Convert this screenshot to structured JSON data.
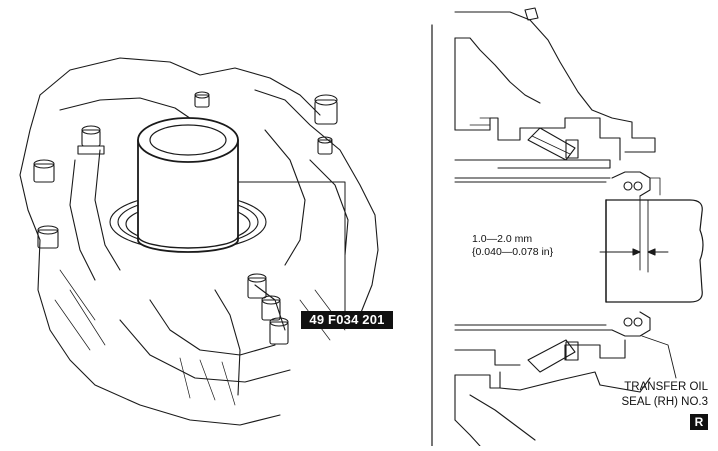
{
  "left_figure": {
    "tool_number": "49 F034 201"
  },
  "right_figure": {
    "clearance_line1": "1.0—2.0 mm",
    "clearance_line2": "{0.040—0.078 in}",
    "seal_label_line1": "TRANSFER OIL",
    "seal_label_line2": "SEAL (RH) NO.3",
    "rhd_mark": "R"
  }
}
